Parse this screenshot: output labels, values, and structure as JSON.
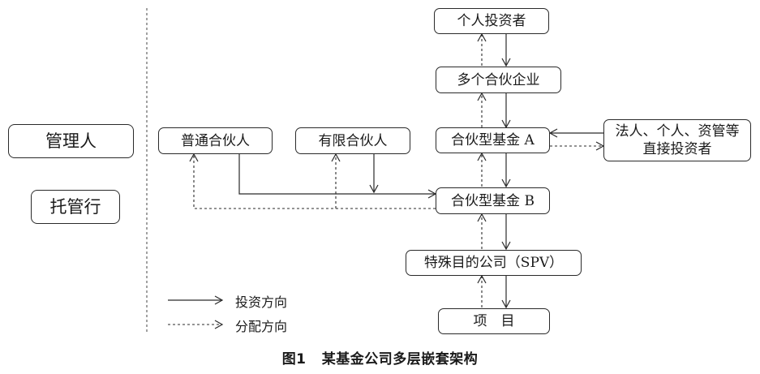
{
  "side_roles": {
    "manager": "管理人",
    "custodian": "托管行"
  },
  "nodes": {
    "individual_investor": "个人投资者",
    "multiple_partnerships": "多个合伙企业",
    "fund_a": "合伙型基金 A",
    "fund_b": "合伙型基金 B",
    "spv": "特殊目的公司（SPV）",
    "project": "项　目",
    "general_partner": "普通合伙人",
    "limited_partner": "有限合伙人",
    "direct_investors_line1": "法人、个人、资管等",
    "direct_investors_line2": "直接投资者"
  },
  "legend": {
    "investment": "投资方向",
    "distribution": "分配方向"
  },
  "caption": {
    "figure_no": "图1",
    "title": "某基金公司多层嵌套架构"
  }
}
